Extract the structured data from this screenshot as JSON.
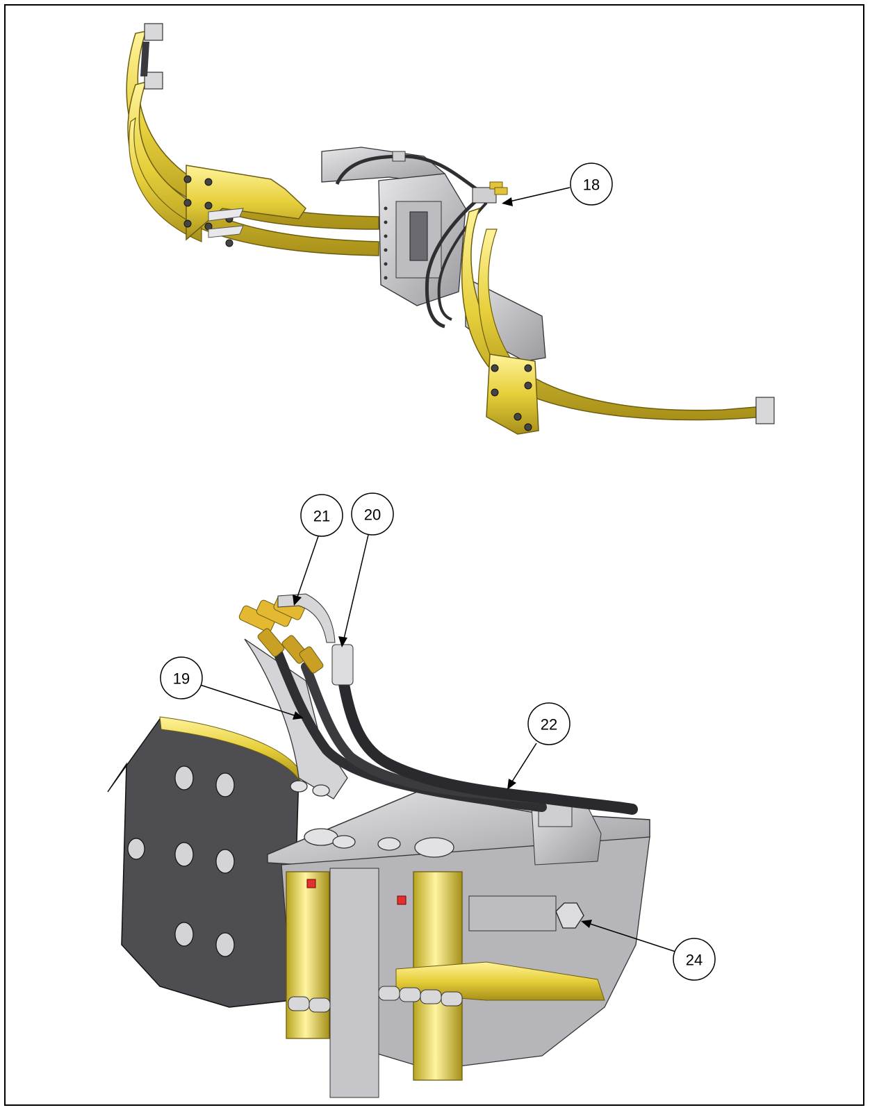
{
  "callouts": [
    {
      "id": "18",
      "label": "18"
    },
    {
      "id": "21",
      "label": "21"
    },
    {
      "id": "20",
      "label": "20"
    },
    {
      "id": "19",
      "label": "19"
    },
    {
      "id": "22",
      "label": "22"
    },
    {
      "id": "24",
      "label": "24"
    }
  ],
  "colors": {
    "frame": "#000000",
    "brass": "#e6cf3a",
    "brass_dark": "#b09a1c",
    "steel": "#c9c9cc",
    "steel_dark": "#8e8e92",
    "plate_dark": "#4a4a4e",
    "hose": "#2f2f33",
    "red_cap": "#e03030"
  }
}
